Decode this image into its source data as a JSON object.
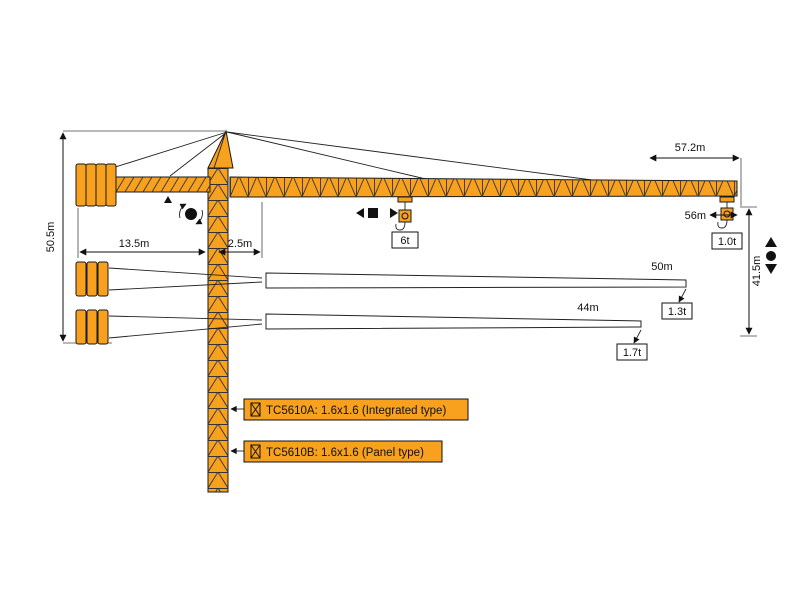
{
  "colors": {
    "crane": "#F7A11E",
    "outline": "#1A1A1A",
    "model_box_fill": "#F7A11E",
    "load_box_fill": "#FFFFFF"
  },
  "diagram": {
    "dims": {
      "overall_height": "50.5m",
      "counter_jib_length": "13.5m",
      "rear_offset": "2.5m",
      "jib_length_max": "57.2m",
      "max_radius": "56m",
      "hook_height": "41.5m",
      "jib_length_mid": "50m",
      "jib_length_short": "44m"
    },
    "loads": {
      "intermediate": "6t",
      "tip_at_56m": "1.0t",
      "tip_at_50m": "1.3t",
      "tip_at_44m": "1.7t"
    },
    "models": {
      "integrated": "TC5610A: 1.6x1.6 (Integrated type)",
      "panel": "TC5610B: 1.6x1.6 (Panel type)"
    }
  }
}
